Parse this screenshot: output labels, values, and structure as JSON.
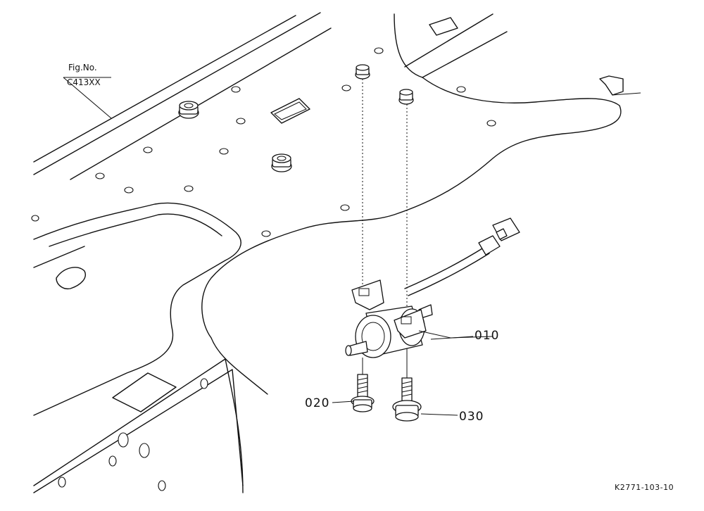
{
  "figure_ref": {
    "line1": "Fig.No.",
    "line2": "C413XX"
  },
  "callouts": [
    {
      "id": "010",
      "label": "010"
    },
    {
      "id": "020",
      "label": "020"
    },
    {
      "id": "030",
      "label": "030"
    }
  ],
  "drawing_code": "K2771-103-10"
}
